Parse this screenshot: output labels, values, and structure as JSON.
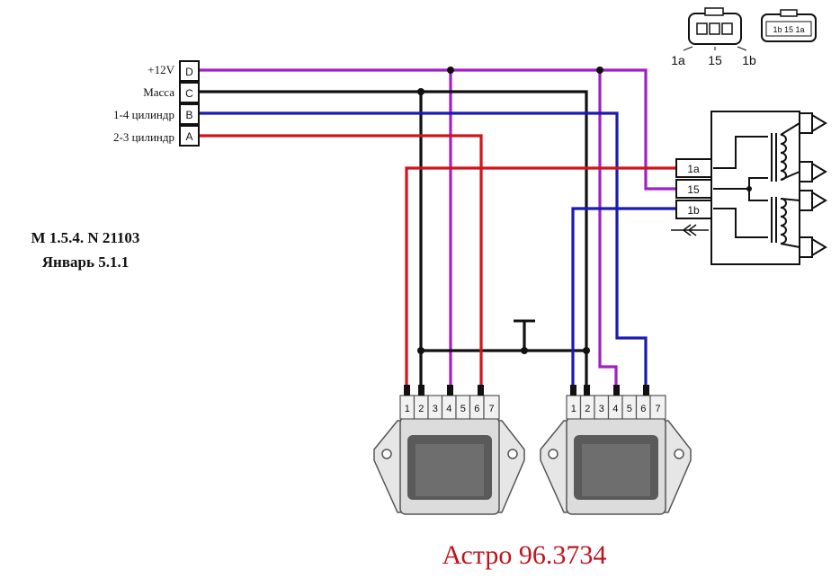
{
  "left_connector": {
    "pins": [
      {
        "pin": "D",
        "label": "+12V"
      },
      {
        "pin": "C",
        "label": "Масса"
      },
      {
        "pin": "B",
        "label": "1-4 цилиндр"
      },
      {
        "pin": "A",
        "label": "2-3 цилиндр"
      }
    ]
  },
  "ecu_lines": [
    "M 1.5.4. N 21103",
    "Январь 5.1.1"
  ],
  "coil_terminals": [
    "1a",
    "15",
    "1b"
  ],
  "top_connector_labels": [
    "1a",
    "15",
    "1b"
  ],
  "small_connector_text": "1b 15 1a",
  "module_pins": [
    "1",
    "2",
    "3",
    "4",
    "5",
    "6",
    "7"
  ],
  "module_title": "Астро 96.3734",
  "colors": {
    "plus12v": "#a020c8",
    "ground": "#111111",
    "cyl14": "#1a1ab4",
    "cyl23": "#d0141c",
    "title": "#c0141c",
    "module_body": "#e6e6e6",
    "module_chip": "#6a6a6a"
  }
}
